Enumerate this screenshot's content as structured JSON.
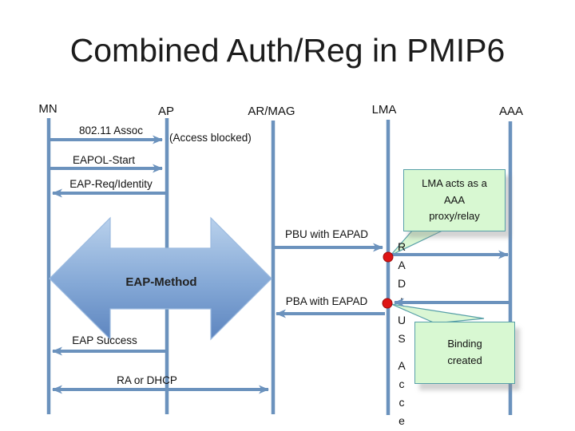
{
  "slide": {
    "title": "Combined Auth/Reg in PMIP6"
  },
  "lifelines": [
    {
      "id": "mn",
      "label": "MN"
    },
    {
      "id": "ap",
      "label": "AP"
    },
    {
      "id": "ar-mag",
      "label": "AR/MAG"
    },
    {
      "id": "lma",
      "label": "LMA"
    },
    {
      "id": "aaa",
      "label": "AAA"
    }
  ],
  "messages": {
    "assoc": {
      "label": "802.11 Assoc",
      "from": "MN",
      "to": "AP"
    },
    "access_note": {
      "label": "(Access blocked)"
    },
    "eapol_start": {
      "label": "EAPOL-Start",
      "from": "MN",
      "to": "AP"
    },
    "eap_req_identity": {
      "label": "EAP-Req/Identity",
      "from": "AP",
      "to": "MN"
    },
    "eap_method": {
      "label": "EAP-Method",
      "from": "MN",
      "to": "AR/MAG",
      "bidirectional": true
    },
    "pbu": {
      "label": "PBU with EAPAD",
      "from": "AR/MAG",
      "to": "LMA"
    },
    "lma_to_aaa": {
      "label": "",
      "from": "LMA",
      "to": "AAA"
    },
    "aaa_to_lma": {
      "label": "",
      "from": "AAA",
      "to": "LMA"
    },
    "pba": {
      "label": "PBA with EAPAD",
      "from": "LMA",
      "to": "AR/MAG"
    },
    "eap_success": {
      "label": "EAP Success",
      "from": "AP",
      "to": "MN"
    },
    "ra_dhcp": {
      "label": "RA or DHCP",
      "from": "MN",
      "to": "AR/MAG",
      "bidirectional": true
    }
  },
  "annotations": {
    "radius_vertical": "RADIUS",
    "accept_vertical": "Acce",
    "proxy_callout": "LMA acts as a\nAAA\nproxy/relay",
    "binding_callout": "Binding\ncreated"
  },
  "colors": {
    "line_blue": "#6b92bd",
    "big_arrow_top": "#b9d1ec",
    "big_arrow_bottom": "#5d85bf",
    "callout_fill": "#d8f8d2",
    "callout_border": "#58a0a8",
    "event_dot_red": "#de1414",
    "text": "#1a1a1a",
    "background": "#ffffff"
  }
}
